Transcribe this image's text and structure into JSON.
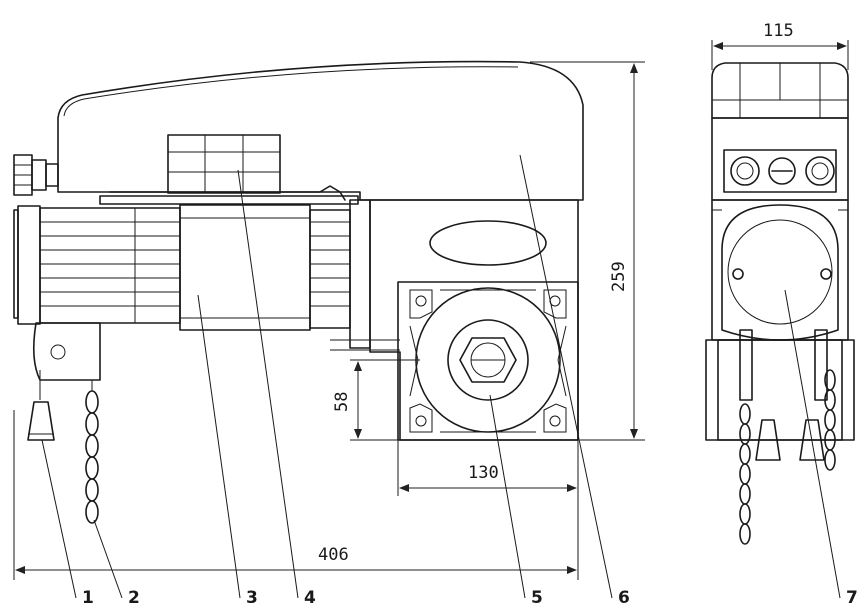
{
  "dimensions": {
    "overall_length": "406",
    "height": "259",
    "end_width": "115",
    "flange_width": "130",
    "shaft_height": "58"
  },
  "callouts": [
    "1",
    "2",
    "3",
    "4",
    "5",
    "6",
    "7"
  ]
}
